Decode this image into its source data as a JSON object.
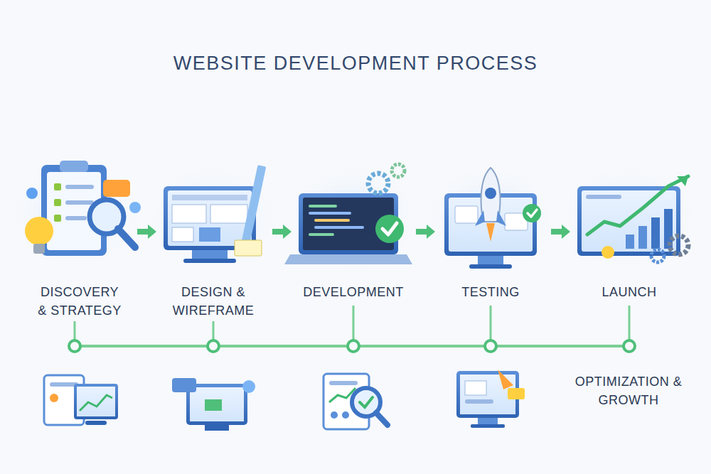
{
  "diagram": {
    "title": "WEBSITE DEVELOPMENT PROCESS",
    "labels": [
      "DISCOVERY & STRATEGY",
      "DESIGN & WIREFRAME",
      "DEVELOPMENT",
      "TESTING",
      "LAUNCH",
      "OPTIMIZATION & GROWTH"
    ]
  }
}
